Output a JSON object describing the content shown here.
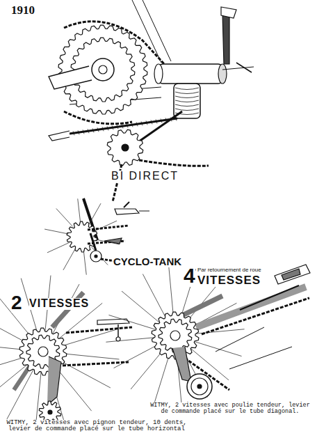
{
  "diagram": {
    "labels": [
      "1910",
      "BI DIRECT",
      "CYCLO-TANK",
      "4",
      "Par retournement de roue",
      "VITESSES",
      "2",
      "VITESSES",
      "WITMY, 2 vitesses avec poulie tendeur, levier de commande placé sur le tube diagonal.",
      "WITMY, 2 vitesses avec pignon tendeur, 10 dents, levier de commande placé sur le tube horizontal"
    ]
  }
}
